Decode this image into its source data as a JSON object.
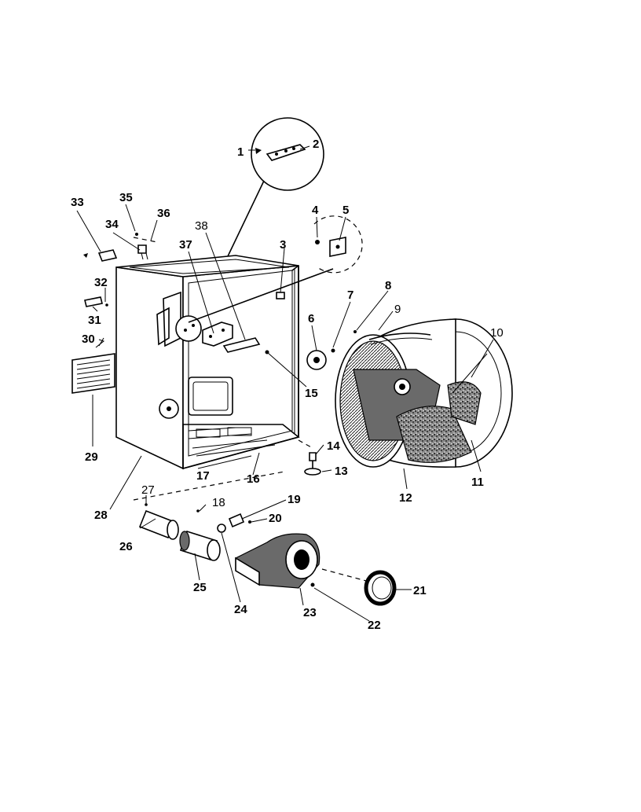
{
  "callouts": [
    {
      "n": "1"
    },
    {
      "n": "2"
    },
    {
      "n": "3"
    },
    {
      "n": "4"
    },
    {
      "n": "5"
    },
    {
      "n": "6"
    },
    {
      "n": "7"
    },
    {
      "n": "8"
    },
    {
      "n": "9"
    },
    {
      "n": "10"
    },
    {
      "n": "11"
    },
    {
      "n": "12"
    },
    {
      "n": "13"
    },
    {
      "n": "14"
    },
    {
      "n": "15"
    },
    {
      "n": "16"
    },
    {
      "n": "17"
    },
    {
      "n": "18"
    },
    {
      "n": "19"
    },
    {
      "n": "20"
    },
    {
      "n": "21"
    },
    {
      "n": "22"
    },
    {
      "n": "23"
    },
    {
      "n": "24"
    },
    {
      "n": "25"
    },
    {
      "n": "26"
    },
    {
      "n": "27"
    },
    {
      "n": "28"
    },
    {
      "n": "29"
    },
    {
      "n": "30"
    },
    {
      "n": "31"
    },
    {
      "n": "32"
    },
    {
      "n": "33"
    },
    {
      "n": "34"
    },
    {
      "n": "35"
    },
    {
      "n": "36"
    },
    {
      "n": "37"
    },
    {
      "n": "38"
    }
  ]
}
